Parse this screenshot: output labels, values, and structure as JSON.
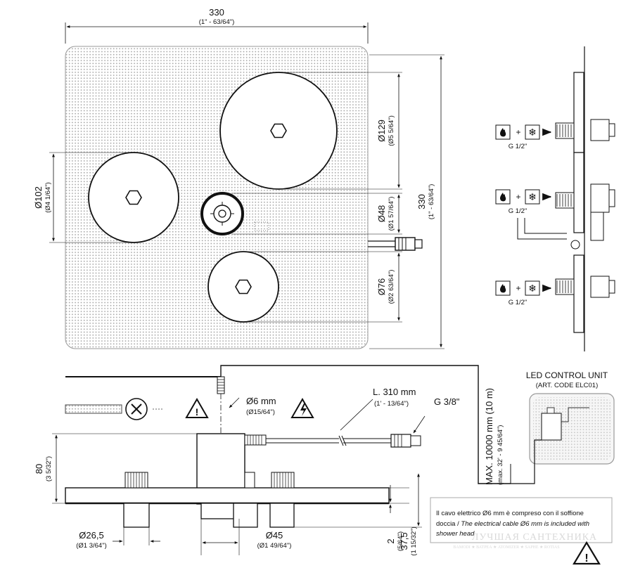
{
  "dimensions": {
    "width_top": "330",
    "width_top_imp": "(1\" - 63/64\")",
    "height_right": "330",
    "height_right_imp": "(1\" - 63/64\")",
    "d129": "Ø129",
    "d129_imp": "(Ø5 5/64\")",
    "d102": "Ø102",
    "d102_imp": "(Ø4 1/64\")",
    "d48": "Ø48",
    "d48_imp": "(Ø1 57/64\")",
    "d76": "Ø76",
    "d76_imp": "(Ø2 63/64\")",
    "cable": "Ø6 mm",
    "cable_imp": "(Ø15/64\")",
    "length": "L. 310 mm",
    "length_imp": "(1' - 13/64\")",
    "thread_g38": "G 3/8\"",
    "max_len": "MAX. 10000 mm (10 m)",
    "max_len_imp": "(max. 32' - 9 45/64\")",
    "h80": "80",
    "h80_imp": "(3 5/32\")",
    "d26": "Ø26,5",
    "d26_imp": "(Ø1 3/64\")",
    "d45": "Ø45",
    "d45_imp": "(Ø1 49/64\")",
    "h2": "2",
    "h2_imp": "(5/64\")",
    "h37": "37,5",
    "h37_imp": "(1 15/32\")"
  },
  "connectors": {
    "thread": "G 1/2\"",
    "plus": "+"
  },
  "control_unit": {
    "title": "LED CONTROL UNIT",
    "code": "(ART. CODE ELC01)"
  },
  "note": {
    "line1": "Il cavo elettrico Ø6 mm è compreso con il soffione",
    "line2a": "doccia / ",
    "line2b": "The electrical cable Ø6 mm is included with",
    "line3": "shower head"
  },
  "watermark": {
    "title": "ЛУЧШАЯ САНТЕХНИКА",
    "sub": "BAMODI ★ ВАТРЕА ★ ATOMIZER ★ SAPHE ★ ROTIAS"
  }
}
